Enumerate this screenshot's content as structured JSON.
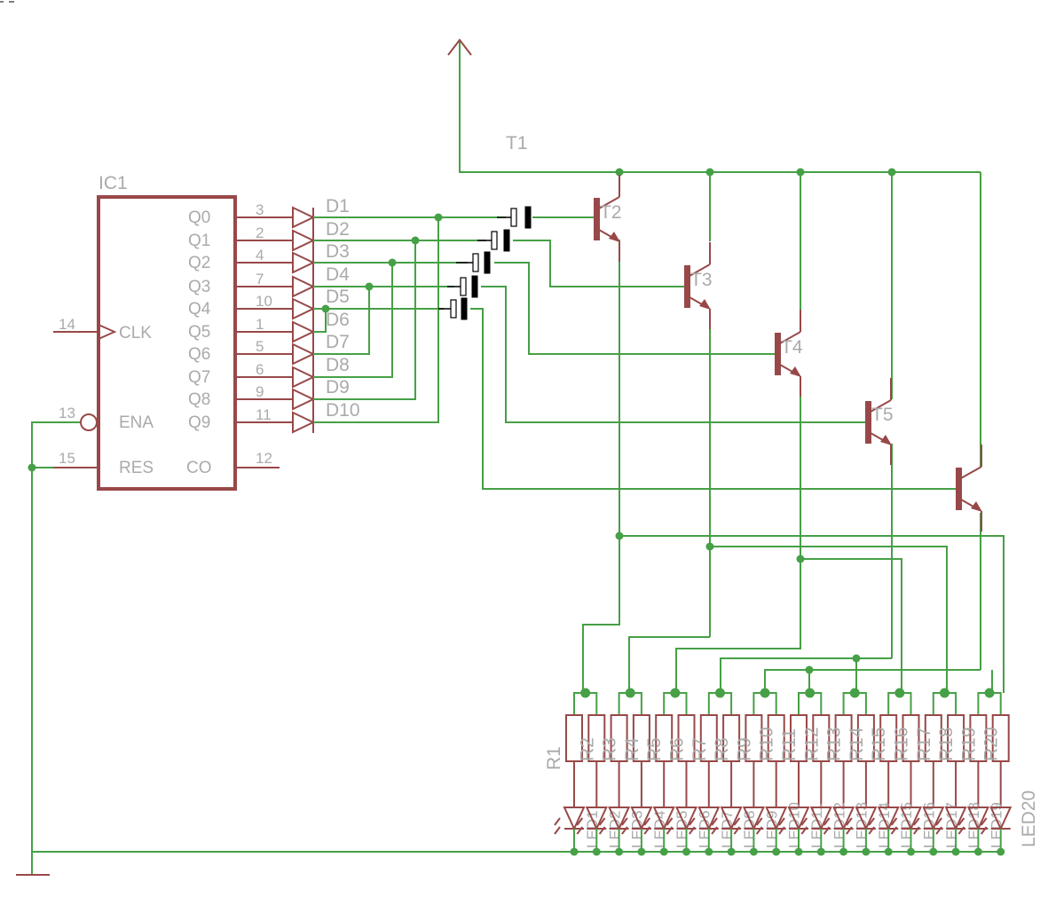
{
  "ic": {
    "name": "IC1",
    "outputs": [
      "Q0",
      "Q1",
      "Q2",
      "Q3",
      "Q4",
      "Q5",
      "Q6",
      "Q7",
      "Q8",
      "Q9"
    ],
    "output_pins": [
      "3",
      "2",
      "4",
      "7",
      "10",
      "1",
      "5",
      "6",
      "9",
      "11"
    ],
    "clk": "CLK",
    "clk_pin": "14",
    "ena": "ENA",
    "ena_pin": "13",
    "res": "RES",
    "res_pin": "15",
    "co": "CO",
    "co_pin": "12"
  },
  "diodes": [
    "D1",
    "D2",
    "D3",
    "D4",
    "D5",
    "D6",
    "D7",
    "D8",
    "D9",
    "D10"
  ],
  "transistors": [
    "T1",
    "T2",
    "T3",
    "T4",
    "T5"
  ],
  "resistors": [
    "R1",
    "R2",
    "R3",
    "R4",
    "R5",
    "R6",
    "R7",
    "R8",
    "R9",
    "R10",
    "R11",
    "R12",
    "R13",
    "R14",
    "R15",
    "R16",
    "R17",
    "R18",
    "R19",
    "R20"
  ],
  "leds": [
    "LED1",
    "LED2",
    "LED3",
    "LED4",
    "LED5",
    "LED6",
    "LED7",
    "LED8",
    "LED9",
    "LED10",
    "LED11",
    "LED12",
    "LED13",
    "LED14",
    "LED15",
    "LED16",
    "LED17",
    "LED18",
    "LED19",
    "LED20"
  ],
  "colors": {
    "wire": "#46a046",
    "part": "#984848",
    "label": "#aaaaaa"
  }
}
